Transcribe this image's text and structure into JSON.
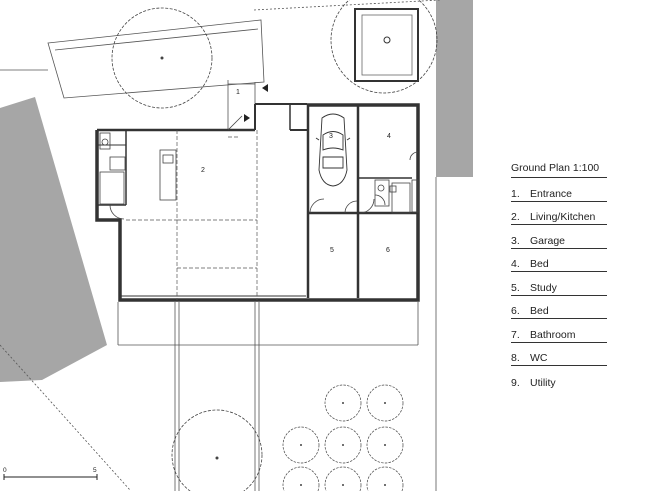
{
  "legend": {
    "title": "Ground Plan 1:100",
    "items": [
      {
        "num": "1.",
        "label": "Entrance"
      },
      {
        "num": "2.",
        "label": "Living/Kitchen"
      },
      {
        "num": "3.",
        "label": "Garage"
      },
      {
        "num": "4.",
        "label": "Bed"
      },
      {
        "num": "5.",
        "label": "Study"
      },
      {
        "num": "6.",
        "label": "Bed"
      },
      {
        "num": "7.",
        "label": "Bathroom"
      },
      {
        "num": "8.",
        "label": "WC"
      },
      {
        "num": "9.",
        "label": "Utility"
      }
    ]
  },
  "plan_labels": {
    "entrance": "1",
    "living": "2",
    "garage": "3",
    "bed4": "4",
    "study": "5",
    "bed6": "6"
  },
  "scale_bar": {
    "start": "0",
    "end": "5"
  },
  "colors": {
    "line": "#333333",
    "neighbor_fill": "#a6a6a6"
  }
}
